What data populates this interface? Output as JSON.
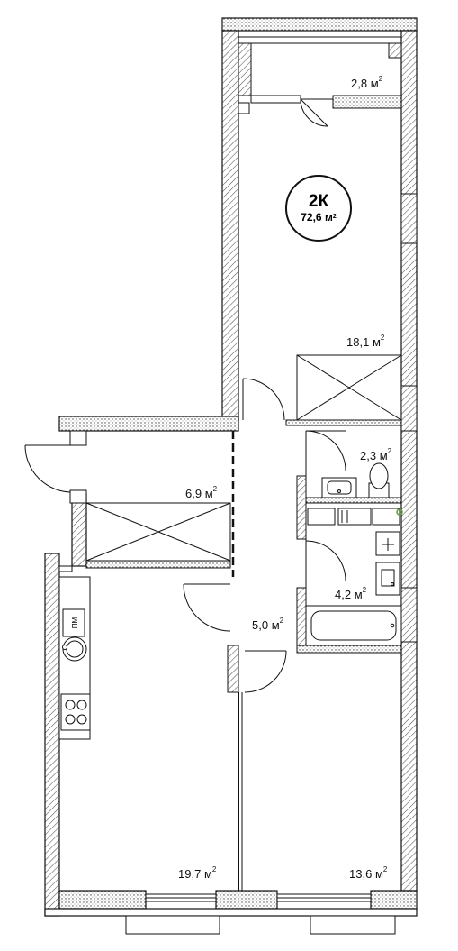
{
  "apartment": {
    "type": "2К",
    "total_area": "72,6",
    "unit": "м"
  },
  "rooms": [
    {
      "id": "balcony",
      "area": "2,8",
      "unit": "м"
    },
    {
      "id": "living-room",
      "area": "18,1",
      "unit": "м"
    },
    {
      "id": "toilet",
      "area": "2,3",
      "unit": "м"
    },
    {
      "id": "hallway",
      "area": "6,9",
      "unit": "м"
    },
    {
      "id": "bathroom",
      "area": "4,2",
      "unit": "м"
    },
    {
      "id": "corridor",
      "area": "5,0",
      "unit": "м"
    },
    {
      "id": "kitchen",
      "area": "19,7",
      "unit": "м"
    },
    {
      "id": "bedroom",
      "area": "13,6",
      "unit": "м"
    }
  ],
  "appliances": {
    "dishwasher_label": "ПМ"
  },
  "colors": {
    "wall_outline": "#111111",
    "wall_hatch": "#555555",
    "accent_dot": "#5a9e3a"
  }
}
